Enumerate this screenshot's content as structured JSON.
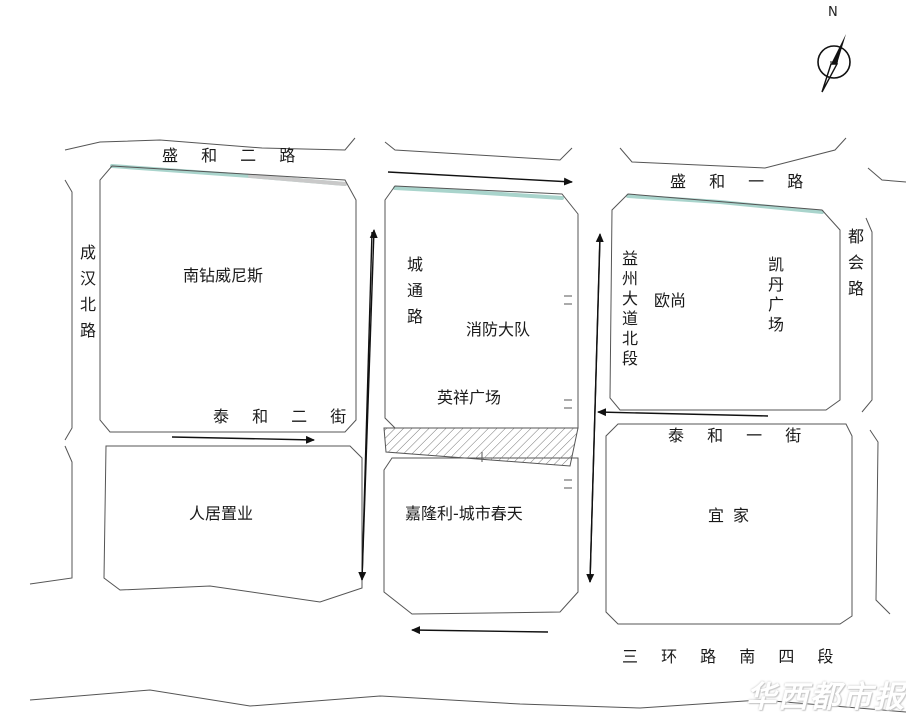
{
  "north": {
    "label": "N"
  },
  "roads": {
    "shenghe_2": "盛 和 二 路",
    "shenghe_1": "盛 和 一 路",
    "chenghan_north": "成汉北路",
    "chengtong": "城通路",
    "yizhou_north": "益州大道北段",
    "duhui": "都会路",
    "taihe_2": "泰 和 二 街",
    "taihe_1": "泰 和 一 街",
    "ring3_south4": "三 环 路 南 四 段"
  },
  "places": {
    "nanzuan": "南钻威尼斯",
    "fire_brigade": "消防大队",
    "yingxiang": "英祥广场",
    "ouhsang": "欧尚",
    "kaidan": "凯丹广场",
    "renju": "人居置业",
    "jialongli": "嘉隆利-城市春天",
    "yijia": "宜家"
  },
  "watermark": "华西都市报"
}
